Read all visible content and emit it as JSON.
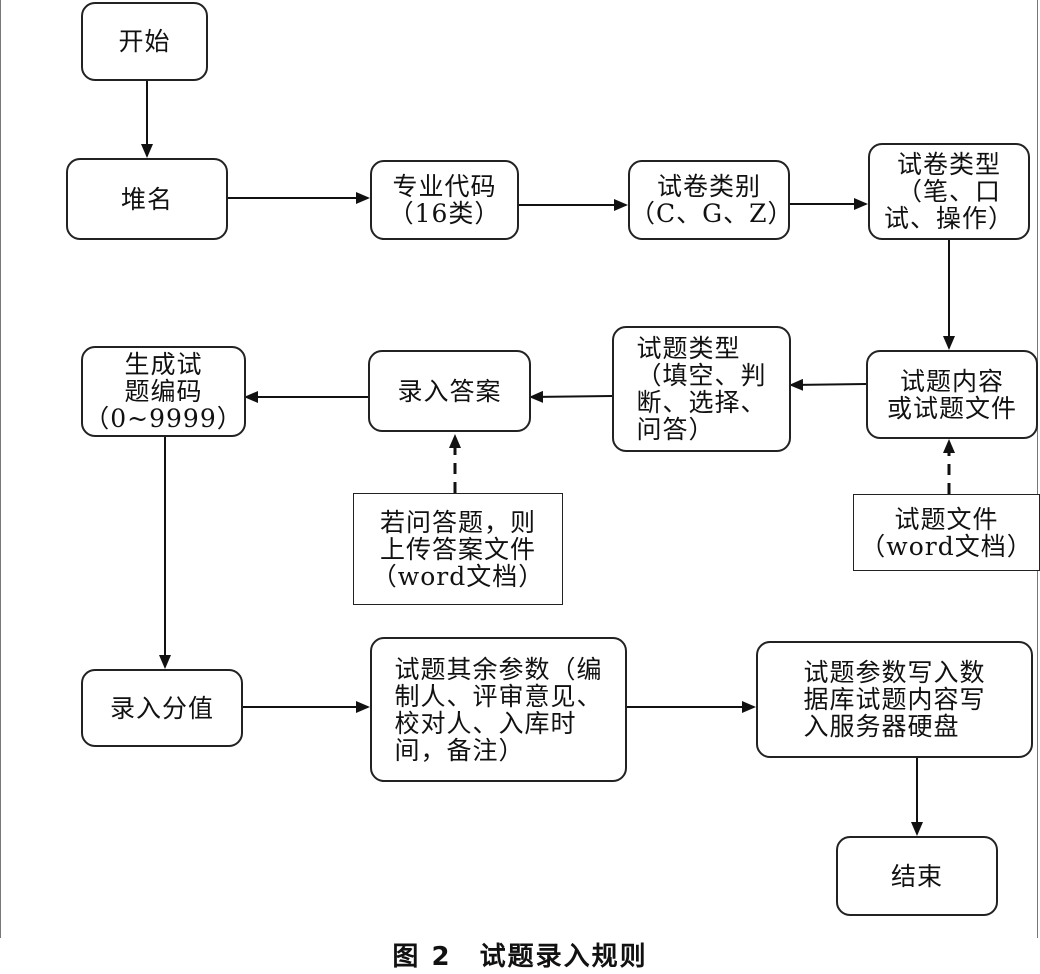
{
  "nodes": {
    "start": "开始",
    "heap_name": "堆名",
    "major_code": "专业代码\n（16类）",
    "paper_category": "试卷类别\n（C、G、Z）",
    "paper_type": "试卷类型\n（笔、口\n试、操作）",
    "question_content": "试题内容\n或试题文件",
    "question_type": "试题类型\n（填空、判\n断、选择、\n问答）",
    "enter_answer": "录入答案",
    "generate_code": "生成试\n题编码\n（0~9999）",
    "answer_file_note": "若问答题，则\n上传答案文件\n（word文档）",
    "question_file_note": "试题文件\n（word文档）",
    "enter_score": "录入分值",
    "other_params": "试题其余参数（编\n制人、评审意见、\n校对人、入库时\n间，备注）",
    "write_db": "试题参数写入数\n据库试题内容写\n入服务器硬盘",
    "end": "结束"
  },
  "caption": {
    "number": "图 2",
    "title": "试题录入规则"
  }
}
